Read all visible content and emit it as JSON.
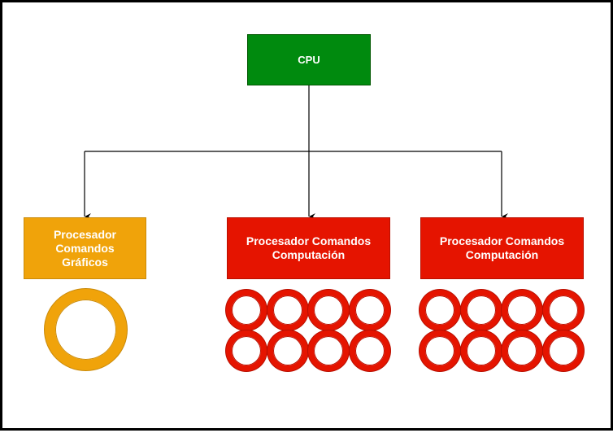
{
  "nodes": {
    "cpu": "CPU",
    "graphics_processor": "Procesador\nComandos\nGráficos",
    "compute_processor_1": "Procesador Comandos\nComputación",
    "compute_processor_2": "Procesador Comandos\nComputación"
  },
  "colors": {
    "cpu": "#008a0e",
    "graphics": "#f0a30a",
    "compute": "#e51400",
    "connector": "#000000"
  },
  "cores": {
    "graphics_processor": 1,
    "compute_processor_1": 8,
    "compute_processor_2": 8
  }
}
